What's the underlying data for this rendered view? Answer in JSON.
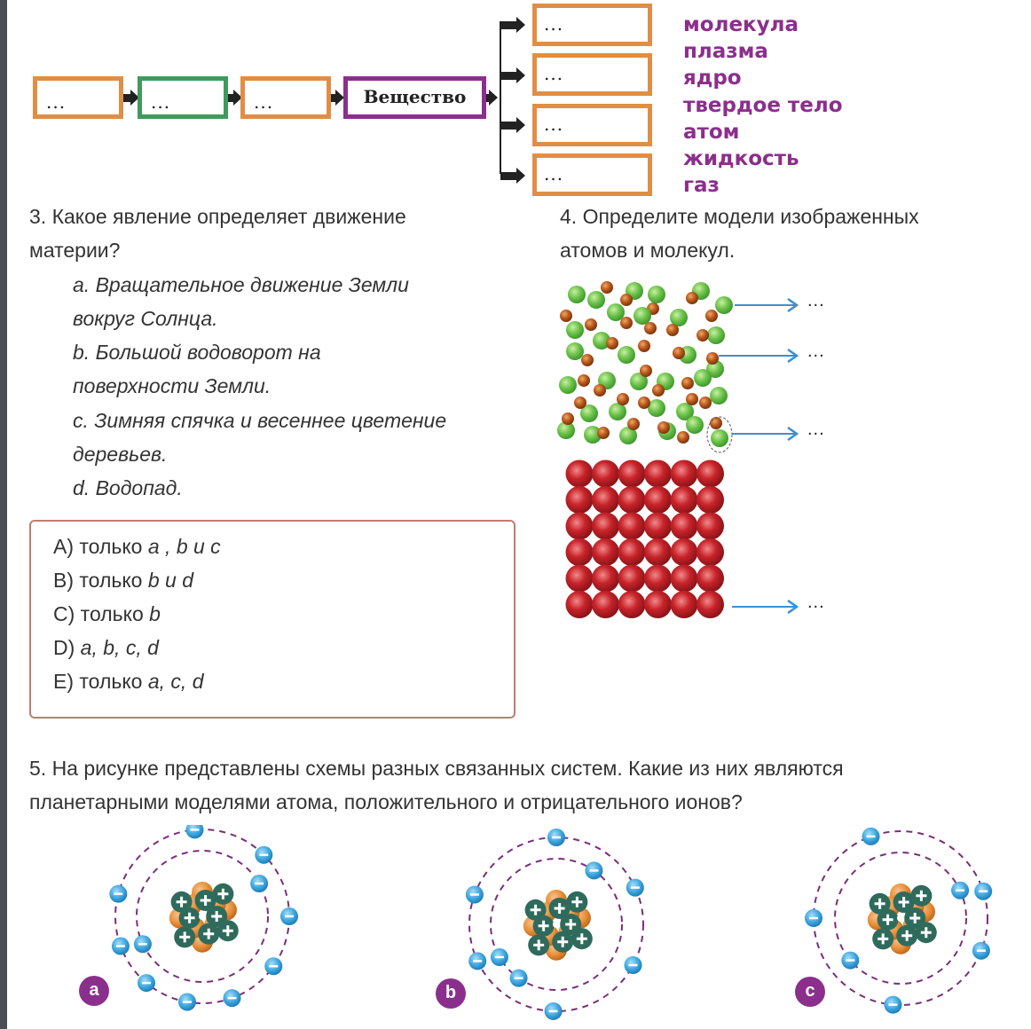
{
  "flowchart": {
    "chain": [
      {
        "label": "...",
        "color": "orange"
      },
      {
        "label": "...",
        "color": "green"
      },
      {
        "label": "...",
        "color": "orange"
      },
      {
        "label": "Вещество",
        "color": "purple"
      }
    ],
    "branches": [
      "...",
      "...",
      "...",
      "..."
    ],
    "terms": [
      "молекула",
      "плазма",
      "ядро",
      "твердое тело",
      "атом",
      "жидкость",
      "газ"
    ],
    "colors": {
      "orange": "#e08e45",
      "green": "#3f9a5c",
      "purple": "#8b2f8c",
      "arrow": "#222222"
    }
  },
  "question3": {
    "title_line1": "3. Какое явление определяет движение",
    "title_line2": "материи?",
    "options": [
      {
        "letter": "a.",
        "line1": "Вращательное движение Земли",
        "line2": "вокруг Солнца."
      },
      {
        "letter": "b.",
        "line1": "Большой водоворот на",
        "line2": "поверхности Земли."
      },
      {
        "letter": "c.",
        "line1": "Зимняя спячка и весеннее цветение",
        "line2": "деревьев."
      },
      {
        "letter": "d.",
        "line1": "Водопад.",
        "line2": ""
      }
    ],
    "answers": [
      {
        "key": "A)",
        "prefix": "только",
        "vars": "a , b и c"
      },
      {
        "key": "B)",
        "prefix": "только",
        "vars": "b и d"
      },
      {
        "key": "C)",
        "prefix": "только",
        "vars": "b"
      },
      {
        "key": "D)",
        "prefix": "",
        "vars": "a, b, c, d"
      },
      {
        "key": "E)",
        "prefix": "только",
        "vars": "a, c, d"
      }
    ]
  },
  "question4": {
    "title_line1": "4. Определите модели изображенных",
    "title_line2": "атомов и молекул.",
    "pointer_labels": [
      "...",
      "...",
      "...",
      "..."
    ],
    "colors": {
      "green_atom": "#6cc24a",
      "brown_atom": "#b8581c",
      "red_atom": "#c8232a",
      "arrow": "#3d8fd1"
    },
    "solid_grid": {
      "rows": 6,
      "cols": 6
    }
  },
  "question5": {
    "title_line1": "5. На рисунке представлены схемы разных связанных систем. Какие из них являются",
    "title_line2": "планетарными моделями атома, положительного и отрицательного ионов?",
    "models": [
      {
        "label": "a",
        "electrons": 11,
        "protons": 8
      },
      {
        "label": "b",
        "electrons": 9,
        "protons": 8
      },
      {
        "label": "c",
        "electrons": 7,
        "protons": 8
      }
    ],
    "colors": {
      "electron": "#3ea7e0",
      "proton": "#2f6b5c",
      "neutron": "#e8903a",
      "orbit": "#7a2e7a",
      "badge": "#8b2f8c"
    }
  }
}
